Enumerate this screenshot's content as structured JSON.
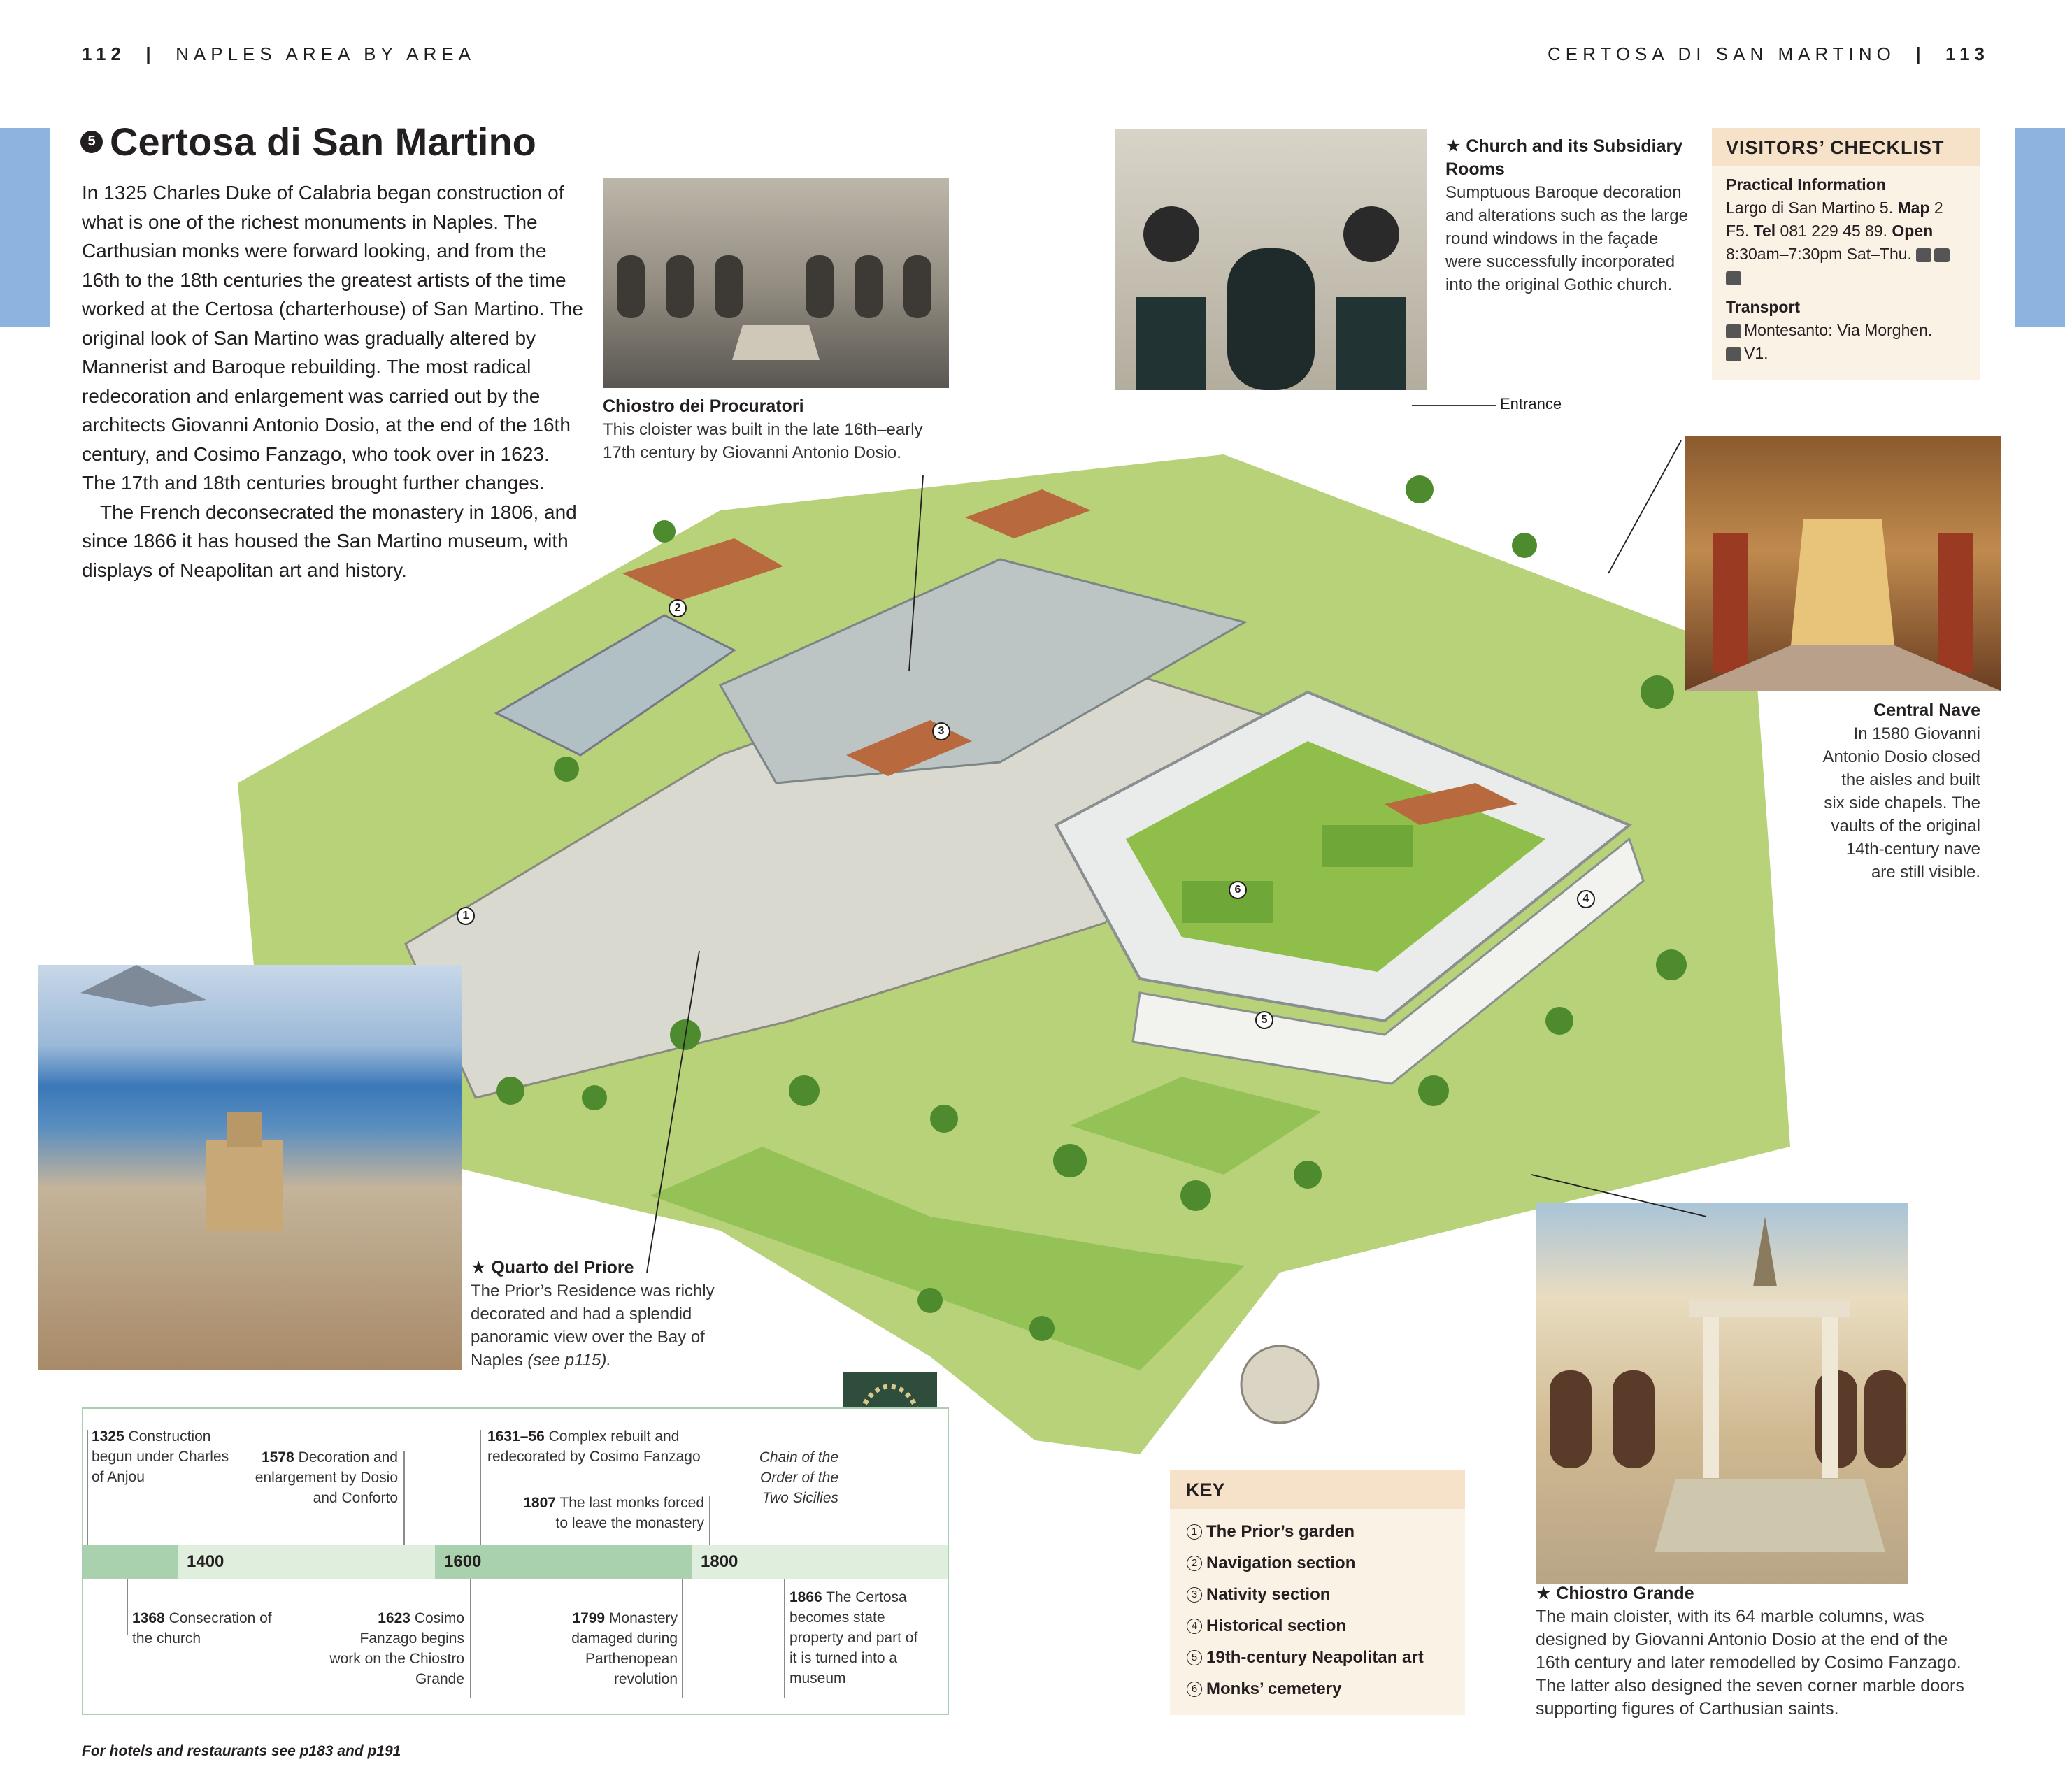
{
  "header": {
    "left_page": "112",
    "left_section": "NAPLES AREA BY AREA",
    "right_section": "CERTOSA DI SAN MARTINO",
    "right_page": "113"
  },
  "title": {
    "number": "5",
    "text": "Certosa di San Martino"
  },
  "intro": {
    "p1": "In 1325 Charles Duke of Calabria began construction of what is one of the richest monuments in Naples. The Carthusian monks were forward looking, and from the 16th to the 18th centuries the greatest artists of the time worked at the Certosa (charterhouse) of San Martino. The original look of San Martino was gradually altered by Mannerist and Baroque rebuilding. The most radical redecoration and enlargement was carried out by the architects Giovanni Antonio Dosio, at the end of the 16th century, and Cosimo Fanzago, who took over in 1623. The 17th and 18th centuries brought further changes.",
    "p2": "The French deconsecrated the monastery in 1806, and since 1866 it has housed the San Martino museum, with displays of Neapolitan art and history."
  },
  "captions": {
    "procuratori": {
      "heading": "Chiostro dei Procuratori",
      "text": "This cloister was built in the late 16th–early 17th century by Giovanni Antonio Dosio."
    },
    "church": {
      "heading": "★ Church and its Subsidiary Rooms",
      "text": "Sumptuous Baroque decoration and alterations such as the large round windows in the façade were successfully incorporated into the original Gothic church."
    },
    "nave": {
      "heading": "Central Nave",
      "text": "In 1580 Giovanni Antonio Dosio closed the aisles and built six side chapels. The vaults of the original 14th-century nave are still visible."
    },
    "priore": {
      "heading": "★ Quarto del Priore",
      "text": "The Prior’s Residence was richly decorated and had a splendid panoramic view over the Bay of Naples",
      "ref": "(see p115)."
    },
    "grande": {
      "heading": "★ Chiostro Grande",
      "text": "The main cloister, with its 64 marble columns, was designed by Giovanni Antonio Dosio at the end of the 16th century and later remodelled by Cosimo Fanzago. The latter also designed the seven corner marble doors supporting figures of Carthusian saints."
    },
    "entrance": "Entrance",
    "chain": "Chain of the Order of the Two Sicilies"
  },
  "checklist": {
    "title": "VISITORS’ CHECKLIST",
    "practical_heading": "Practical Information",
    "address": "Largo di San Martino 5.",
    "map_label": "Map",
    "map_ref": "2 F5.",
    "tel_label": "Tel",
    "tel": "081 229 45 89.",
    "open_label": "Open",
    "open": "8:30am–7:30pm Sat–Thu.",
    "transport_heading": "Transport",
    "metro": "Montesanto: Via Morghen.",
    "bus": "V1."
  },
  "key": {
    "title": "KEY",
    "items": [
      {
        "n": "1",
        "label": "The Prior’s garden"
      },
      {
        "n": "2",
        "label": "Navigation section"
      },
      {
        "n": "3",
        "label": "Nativity section"
      },
      {
        "n": "4",
        "label": "Historical section"
      },
      {
        "n": "5",
        "label": "19th-century Neapolitan art"
      },
      {
        "n": "6",
        "label": "Monks’ cemetery"
      }
    ]
  },
  "timeline": {
    "years": [
      "1400",
      "1600",
      "1800"
    ],
    "events_top": [
      {
        "year": "1325",
        "text": "Construction begun under Charles of Anjou"
      },
      {
        "year": "1578",
        "text": "Decoration and enlargement by Dosio and Conforto"
      },
      {
        "year": "1631–56",
        "text": "Complex rebuilt and redecorated by Cosimo Fanzago"
      },
      {
        "year": "1807",
        "text": "The last monks forced to leave the monastery"
      }
    ],
    "events_bottom": [
      {
        "year": "1368",
        "text": "Consecration of the church"
      },
      {
        "year": "1623",
        "text": "Cosimo Fanzago begins work on the Chiostro Grande"
      },
      {
        "year": "1799",
        "text": "Monastery damaged during Parthenopean revolution"
      },
      {
        "year": "1866",
        "text": "The Certosa becomes state property and part of it is turned into a museum"
      }
    ]
  },
  "footer": "For hotels and restaurants see p183 and p191"
}
